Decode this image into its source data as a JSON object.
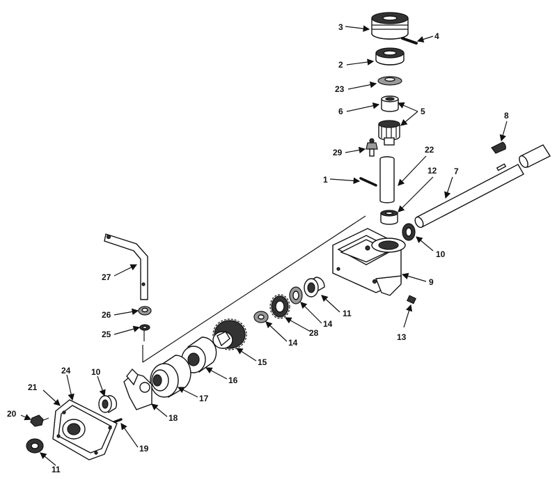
{
  "callouts": {
    "c1": "1",
    "c2": "2",
    "c3": "3",
    "c4": "4",
    "c5": "5",
    "c6": "6",
    "c7": "7",
    "c8": "8",
    "c9": "9",
    "c10a": "10",
    "c10b": "10",
    "c11a": "11",
    "c11b": "11",
    "c12": "12",
    "c13": "13",
    "c14a": "14",
    "c14b": "14",
    "c15": "15",
    "c16": "16",
    "c17": "17",
    "c18": "18",
    "c19": "19",
    "c20": "20",
    "c21": "21",
    "c22": "22",
    "c23": "23",
    "c24": "24",
    "c25": "25",
    "c26": "26",
    "c27": "27",
    "c28": "28",
    "c29": "29"
  }
}
